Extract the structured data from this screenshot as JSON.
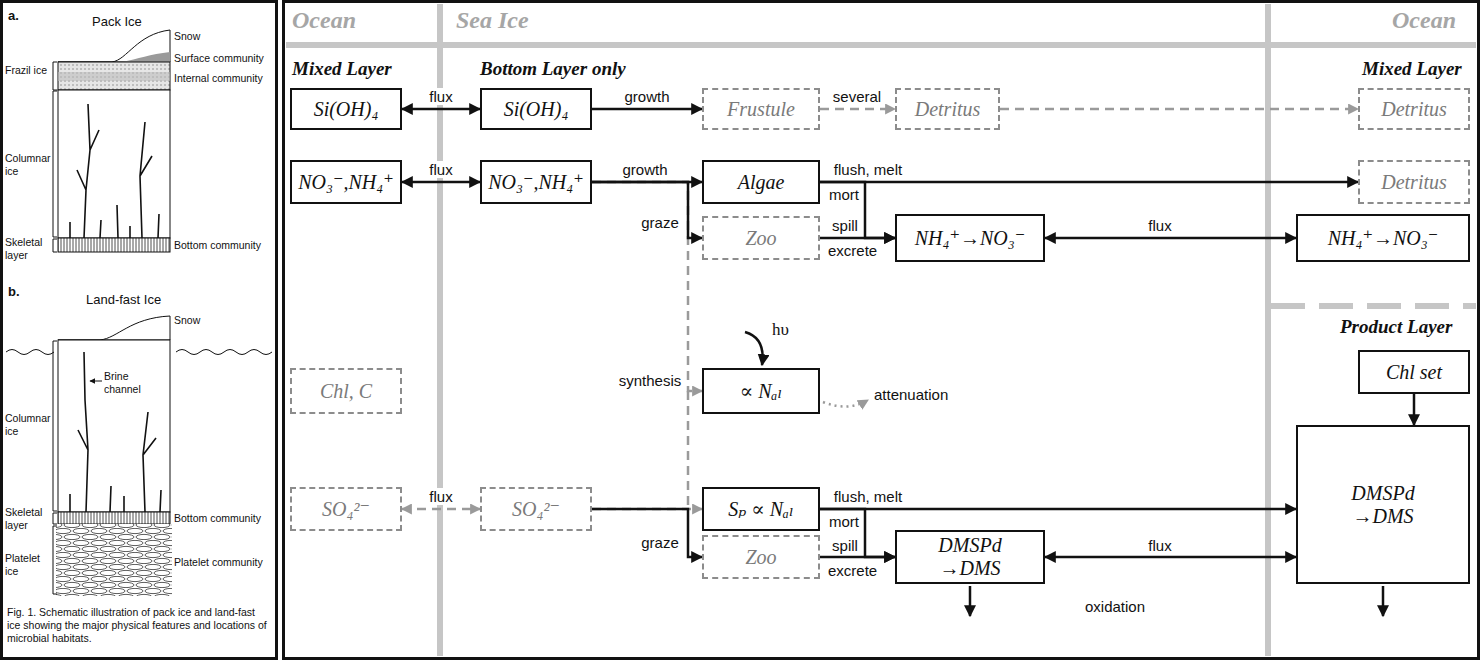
{
  "diagram": {
    "caption": "Fig. 1. Schematic illustration of pack ice and land-fast ice showing the major physical features and locations of microbial habitats.",
    "nodes": [
      {
        "text": [
          "Si(OH)₄"
        ]
      },
      {
        "text": [
          "Si(OH)₄"
        ]
      },
      {
        "text": [
          "Frustule"
        ]
      },
      {
        "text": [
          "Detritus"
        ]
      },
      {
        "text": [
          "Detritus"
        ]
      },
      {
        "text": [
          "NO₃⁻,NH₄⁺"
        ]
      },
      {
        "text": [
          "NO₃⁻,NH₄⁺"
        ]
      },
      {
        "text": [
          "Algae"
        ]
      },
      {
        "text": [
          "Detritus"
        ]
      },
      {
        "text": [
          "Zoo"
        ]
      },
      {
        "text": [
          "NH₄⁺→NO₃⁻"
        ]
      },
      {
        "text": [
          "NH₄⁺→NO₃⁻"
        ]
      },
      {
        "text": [
          "Chl, C"
        ]
      },
      {
        "text": [
          "∝ Nₐₗ"
        ]
      },
      {
        "text": [
          "Chl set"
        ]
      },
      {
        "text": [
          "SO₄²⁻"
        ]
      },
      {
        "text": [
          "SO₄²⁻"
        ]
      },
      {
        "text": [
          "Sₚ ∝ Nₐₗ"
        ]
      },
      {
        "text": [
          "DMSPd →DMS"
        ]
      },
      {
        "text": [
          "Zoo"
        ]
      },
      {
        "text": [
          "DMSPd →DMS"
        ]
      }
    ],
    "edges": [
      {
        "from": 0,
        "to": 1,
        "arrow": "both",
        "label": "flux"
      },
      {
        "from": 1,
        "to": 2,
        "arrow": "to",
        "label": "growth"
      },
      {
        "from": 2,
        "to": 3,
        "arrow": "to",
        "label": "several"
      },
      {
        "from": 3,
        "to": 4,
        "arrow": "to"
      },
      {
        "from": 5,
        "to": 6,
        "arrow": "both",
        "label": "flux"
      },
      {
        "from": 6,
        "to": 7,
        "arrow": "to",
        "label": "growth"
      },
      {
        "from": 6,
        "to": 9,
        "arrow": "to",
        "label": "graze"
      },
      {
        "from": 7,
        "to": 8,
        "arrow": "to",
        "label": "flush, melt"
      },
      {
        "from": 7,
        "to": 10,
        "arrow": "to",
        "label": "mort"
      },
      {
        "from": 9,
        "to": 10,
        "arrow": "to",
        "label": "spill"
      },
      {
        "from": 10,
        "to": 11,
        "arrow": "both",
        "label": "flux"
      },
      {
        "from": 6,
        "to": 13,
        "arrow": "to",
        "label": "synthesis"
      },
      {
        "from": 15,
        "to": 16,
        "arrow": "both",
        "label": "flux"
      },
      {
        "from": 16,
        "to": 17,
        "arrow": "to"
      },
      {
        "from": 16,
        "to": 19,
        "arrow": "to",
        "label": "graze"
      },
      {
        "from": 17,
        "to": 18,
        "arrow": "to",
        "label": "flush, melt"
      },
      {
        "from": 17,
        "to": 20,
        "arrow": "to",
        "label": "mort"
      },
      {
        "from": 19,
        "to": 20,
        "arrow": "to",
        "label": "spill"
      },
      {
        "from": 20,
        "to": 18,
        "arrow": "both",
        "label": "flux"
      },
      {
        "from": 14,
        "to": 18,
        "arrow": "to"
      }
    ],
    "labels": [
      "a.",
      "Pack Ice",
      "Snow",
      "Surface community",
      "Frazil ice",
      "Internal community",
      "Columnar ice",
      "Skeletal layer",
      "Bottom community",
      "b.",
      "Land-fast Ice",
      "Snow",
      "Brine channel",
      "Columnar ice",
      "Skeletal layer",
      "Bottom community",
      "Platelet ice",
      "Platelet community",
      "Ocean",
      "Sea Ice",
      "Ocean",
      "Mixed Layer",
      "Bottom Layer only",
      "Mixed Layer",
      "Product Layer",
      "excrete",
      "excrete",
      "hυ",
      "attenuation",
      "oxidation"
    ]
  }
}
